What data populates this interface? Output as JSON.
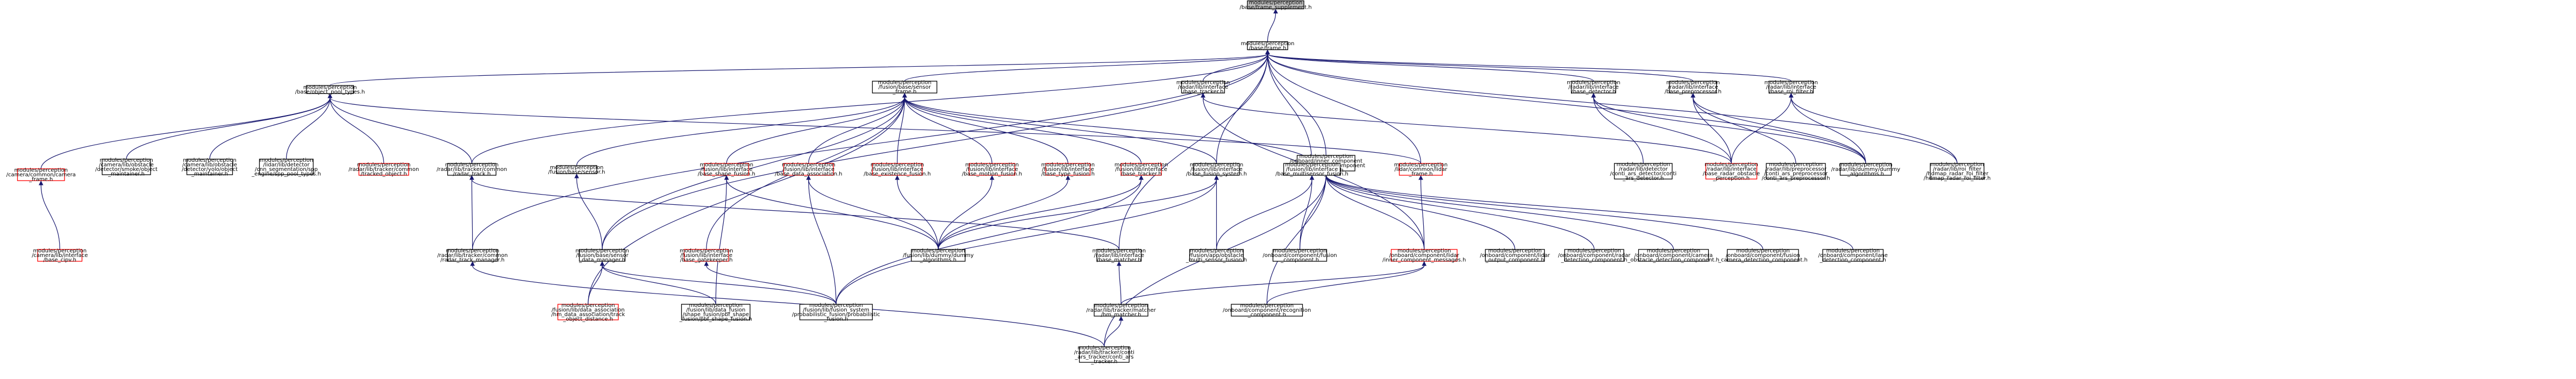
{
  "colors": {
    "edge": "#191970",
    "border_normal": "#000000",
    "border_missing": "#ff0000",
    "root_fill": "#bfbfbf",
    "text": "#000000"
  },
  "nodes": [
    {
      "id": "root",
      "label": [
        "modules/perception",
        "/base/frame_supplement.h"
      ],
      "style": "root"
    },
    {
      "id": "frame",
      "label": [
        "modules/perception",
        "/base/frame.h"
      ],
      "style": "normal"
    },
    {
      "id": "objpool",
      "label": [
        "modules/perception",
        "/base/object_pool_types.h"
      ],
      "style": "normal"
    },
    {
      "id": "basesensorframe",
      "label": [
        "modules/perception",
        "/fusion/base/sensor",
        "_frame.h"
      ],
      "style": "normal"
    },
    {
      "id": "radartracker",
      "label": [
        "modules/perception",
        "/radar/lib/interface",
        "/base_tracker.h"
      ],
      "style": "normal"
    },
    {
      "id": "onboardinner",
      "label": [
        "modules/perception",
        "/onboard/inner_component",
        "_messages/inner_component",
        "_messages.h"
      ],
      "style": "normal"
    },
    {
      "id": "radardetector",
      "label": [
        "modules/perception",
        "/radar/lib/interface",
        "/base_detector.h"
      ],
      "style": "normal"
    },
    {
      "id": "radarpreproc",
      "label": [
        "modules/perception",
        "/radar/lib/interface",
        "/base_preprocessor.h"
      ],
      "style": "normal"
    },
    {
      "id": "radarroi",
      "label": [
        "modules/perception",
        "/radar/lib/interface",
        "/base_roi_filter.h"
      ],
      "style": "normal"
    },
    {
      "id": "cameraframe",
      "label": [
        "modules/perception",
        "/camera/common/camera",
        "_frame.h"
      ],
      "style": "missing"
    },
    {
      "id": "smokeobj",
      "label": [
        "modules/perception",
        "/camera/lib/obstacle",
        "/detector/smoke/object",
        "_maintainer.h"
      ],
      "style": "normal"
    },
    {
      "id": "yoloobj",
      "label": [
        "modules/perception",
        "/camera/lib/obstacle",
        "/detector/yolo/object",
        "_maintainer.h"
      ],
      "style": "normal"
    },
    {
      "id": "cnnseg",
      "label": [
        "modules/perception",
        "/lidar/lib/detector",
        "/cnn_segmentation/spp",
        "_engine/spp_pool_types.h"
      ],
      "style": "normal"
    },
    {
      "id": "trackedobj",
      "label": [
        "modules/perception",
        "/radar/lib/tracker/common",
        "/tracked_object.h"
      ],
      "style": "missing"
    },
    {
      "id": "radartrack",
      "label": [
        "modules/perception",
        "/radar/lib/tracker/common",
        "/radar_track.h"
      ],
      "style": "normal"
    },
    {
      "id": "basesensor",
      "label": [
        "modules/perception",
        "/fusion/base/sensor.h"
      ],
      "style": "normal"
    },
    {
      "id": "fusionshape",
      "label": [
        "modules/perception",
        "/fusion/lib/interface",
        "/base_shape_fusion.h"
      ],
      "style": "missing"
    },
    {
      "id": "fusiondataassoc",
      "label": [
        "modules/perception",
        "/fusion/lib/interface",
        "/base_data_association.h"
      ],
      "style": "missing"
    },
    {
      "id": "fusionexist",
      "label": [
        "modules/perception",
        "/fusion/lib/interface",
        "/base_existence_fusion.h"
      ],
      "style": "missing"
    },
    {
      "id": "fusionmotion",
      "label": [
        "modules/perception",
        "/fusion/lib/interface",
        "/base_motion_fusion.h"
      ],
      "style": "missing"
    },
    {
      "id": "fusiontype",
      "label": [
        "modules/perception",
        "/fusion/lib/interface",
        "/base_type_fusion.h"
      ],
      "style": "missing"
    },
    {
      "id": "fusiontracker",
      "label": [
        "modules/perception",
        "/fusion/lib/interface",
        "/base_tracker.h"
      ],
      "style": "missing"
    },
    {
      "id": "fusionsystem",
      "label": [
        "modules/perception",
        "/fusion/lib/interface",
        "/base_fusion_system.h"
      ],
      "style": "normal"
    },
    {
      "id": "multisensor",
      "label": [
        "modules/perception",
        "/fusion/lib/interface",
        "/base_multisensor_fusion.h"
      ],
      "style": "normal"
    },
    {
      "id": "lidarframe",
      "label": [
        "modules/perception",
        "/lidar/common/lidar",
        "_frame.h"
      ],
      "style": "missing"
    },
    {
      "id": "contiars",
      "label": [
        "modules/perception",
        "/radar/lib/detector",
        "/conti_ars_detector/conti",
        "_ars_detector.h"
      ],
      "style": "normal"
    },
    {
      "id": "radarobstacle",
      "label": [
        "modules/perception",
        "/radar/lib/interface",
        "/base_radar_obstacle",
        "_perception.h"
      ],
      "style": "missing"
    },
    {
      "id": "contipreproc",
      "label": [
        "modules/perception",
        "/radar/lib/preprocessor",
        "/conti_ars_preprocessor",
        "/conti_ars_preprocessor.h"
      ],
      "style": "normal"
    },
    {
      "id": "dummyalg",
      "label": [
        "modules/perception",
        "/radar/lib/dummy/dummy",
        "_algorithms.h"
      ],
      "style": "normal"
    },
    {
      "id": "hdmaproi",
      "label": [
        "modules/perception",
        "/radar/lib/roi_filter",
        "/hdmap_radar_roi_filter",
        "/hdmap_radar_roi_filter.h"
      ],
      "style": "normal"
    },
    {
      "id": "cameraipm",
      "label": [
        "modules/perception",
        "/camera/lib/interface",
        "/base_cipv.h"
      ],
      "style": "missing"
    },
    {
      "id": "radartrackmgr",
      "label": [
        "modules/perception",
        "/radar/lib/tracker/common",
        "/radar_track_manager.h"
      ],
      "style": "normal"
    },
    {
      "id": "sensordatamgr",
      "label": [
        "modules/perception",
        "/fusion/base/sensor",
        "_data_manager.h"
      ],
      "style": "normal"
    },
    {
      "id": "gatekeeper",
      "label": [
        "modules/perception",
        "/fusion/lib/interface",
        "/base_gatekeeper.h"
      ],
      "style": "missing"
    },
    {
      "id": "fusiondummy",
      "label": [
        "modules/perception",
        "/fusion/lib/dummy/dummy",
        "_algorithms.h"
      ],
      "style": "normal"
    },
    {
      "id": "radarmatcher",
      "label": [
        "modules/perception",
        "/radar/lib/interface",
        "/base_matcher.h"
      ],
      "style": "normal"
    },
    {
      "id": "obstaclemulti",
      "label": [
        "modules/perception",
        "/fusion/app/obstacle",
        "_multi_sensor_fusion.h"
      ],
      "style": "normal"
    },
    {
      "id": "onboardfusion",
      "label": [
        "modules/perception",
        "/onboard/component/fusion",
        "_component.h"
      ],
      "style": "normal"
    },
    {
      "id": "innermsgs",
      "label": [
        "modules/perception",
        "/onboard/component/lidar",
        "/inner_component_messages.h"
      ],
      "style": "missing"
    },
    {
      "id": "lidaroutput",
      "label": [
        "modules/perception",
        "/onboard/component/lidar",
        "_output_component.h"
      ],
      "style": "normal"
    },
    {
      "id": "radardetcomp",
      "label": [
        "modules/perception",
        "/onboard/component/radar",
        "_detection_component.h"
      ],
      "style": "normal"
    },
    {
      "id": "cameraobstacle",
      "label": [
        "modules/perception",
        "/onboard/component/camera",
        "_obstacle_detection_component.h"
      ],
      "style": "normal"
    },
    {
      "id": "fusioncamera",
      "label": [
        "modules/perception",
        "/onboard/component/fusion",
        "_camera_detection_component.h"
      ],
      "style": "normal"
    },
    {
      "id": "lanedet",
      "label": [
        "modules/perception",
        "/onboard/component/lane",
        "_detection_component.h"
      ],
      "style": "normal"
    },
    {
      "id": "hmassoc",
      "label": [
        "modules/perception",
        "/fusion/lib/data_association",
        "/hm_data_association/track",
        "_object_distance.h"
      ],
      "style": "missing"
    },
    {
      "id": "pbfshape",
      "label": [
        "modules/perception",
        "/fusion/lib/data_fusion",
        "/shape_fusion/pbf_shape",
        "_fusion/pbf_shape_fusion.h"
      ],
      "style": "normal"
    },
    {
      "id": "probfusion",
      "label": [
        "modules/perception",
        "/fusion/lib/fusion_system",
        "/probabilistic_fusion/probabilistic",
        "_fusion.h"
      ],
      "style": "normal"
    },
    {
      "id": "hmmatcher",
      "label": [
        "modules/perception",
        "/radar/lib/tracker/matcher",
        "/hm_matcher.h"
      ],
      "style": "normal"
    },
    {
      "id": "recognition",
      "label": [
        "modules/perception",
        "/onboard/component/recognition",
        "_component.h"
      ],
      "style": "normal"
    },
    {
      "id": "contiarstracker",
      "label": [
        "modules/perception",
        "/radar/lib/tracker/conti",
        "_ars_tracker/conti_ars",
        "_tracker.h"
      ],
      "style": "normal"
    }
  ]
}
